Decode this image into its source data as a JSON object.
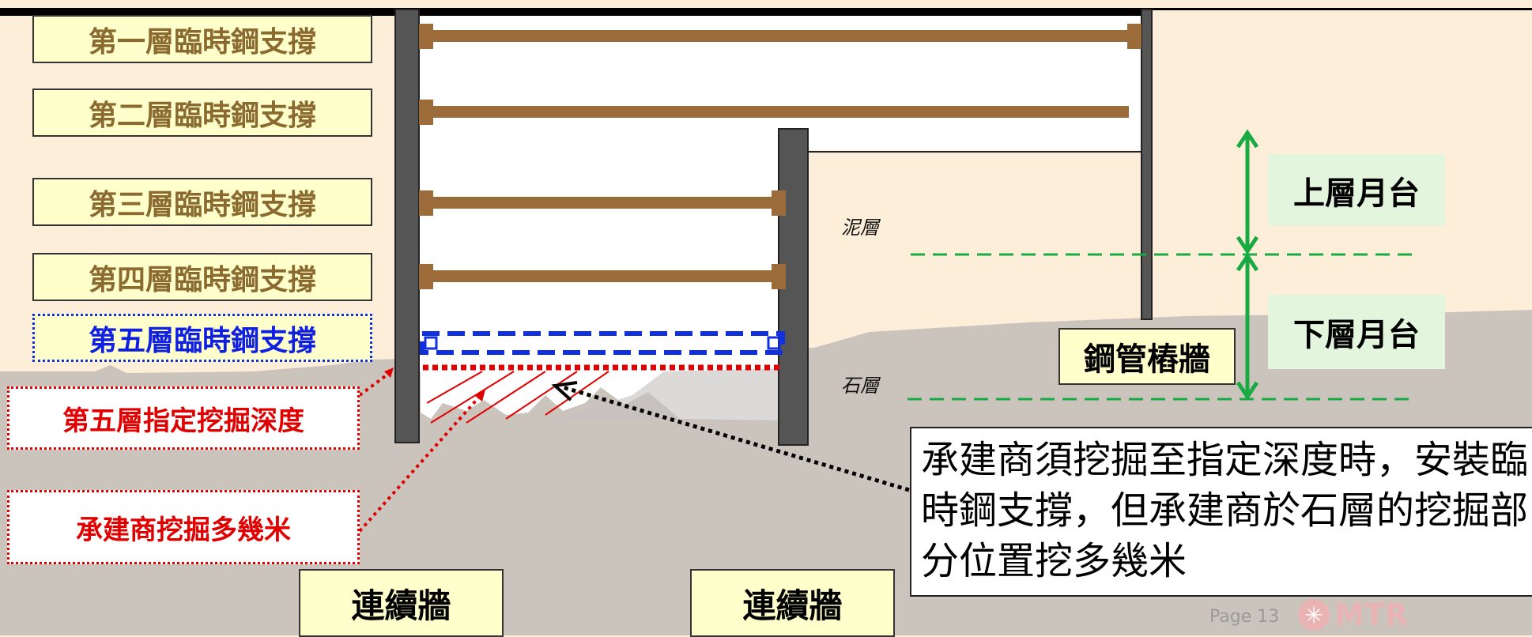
{
  "struts": [
    {
      "label": "第一層臨時鋼支撐"
    },
    {
      "label": "第二層臨時鋼支撐"
    },
    {
      "label": "第三層臨時鋼支撐"
    },
    {
      "label": "第四層臨時鋼支撐"
    },
    {
      "label": "第五層臨時鋼支撐"
    }
  ],
  "callouts": {
    "designated_depth": "第五層指定挖掘深度",
    "over_excavation": "承建商挖掘多幾米"
  },
  "walls": {
    "diaphragm_left": "連續牆",
    "diaphragm_right": "連續牆",
    "pipe_pile": "鋼管樁牆"
  },
  "platforms": {
    "upper": "上層月台",
    "lower": "下層月台"
  },
  "soil": {
    "clay": "泥層",
    "rock": "石層"
  },
  "note": "承建商須挖掘至指定深度時，安裝臨時鋼支撐，但承建商於石層的挖掘部分位置挖多幾米",
  "footer": {
    "page": "Page 13",
    "logo_text": "MTR"
  },
  "colors": {
    "strut": "#9b6b3a",
    "wall": "#555555",
    "rock": "#cbc4bd",
    "designated_line": "#e00000",
    "fifth_strut": "#1030e0",
    "level_arrow": "#1aaa44"
  }
}
